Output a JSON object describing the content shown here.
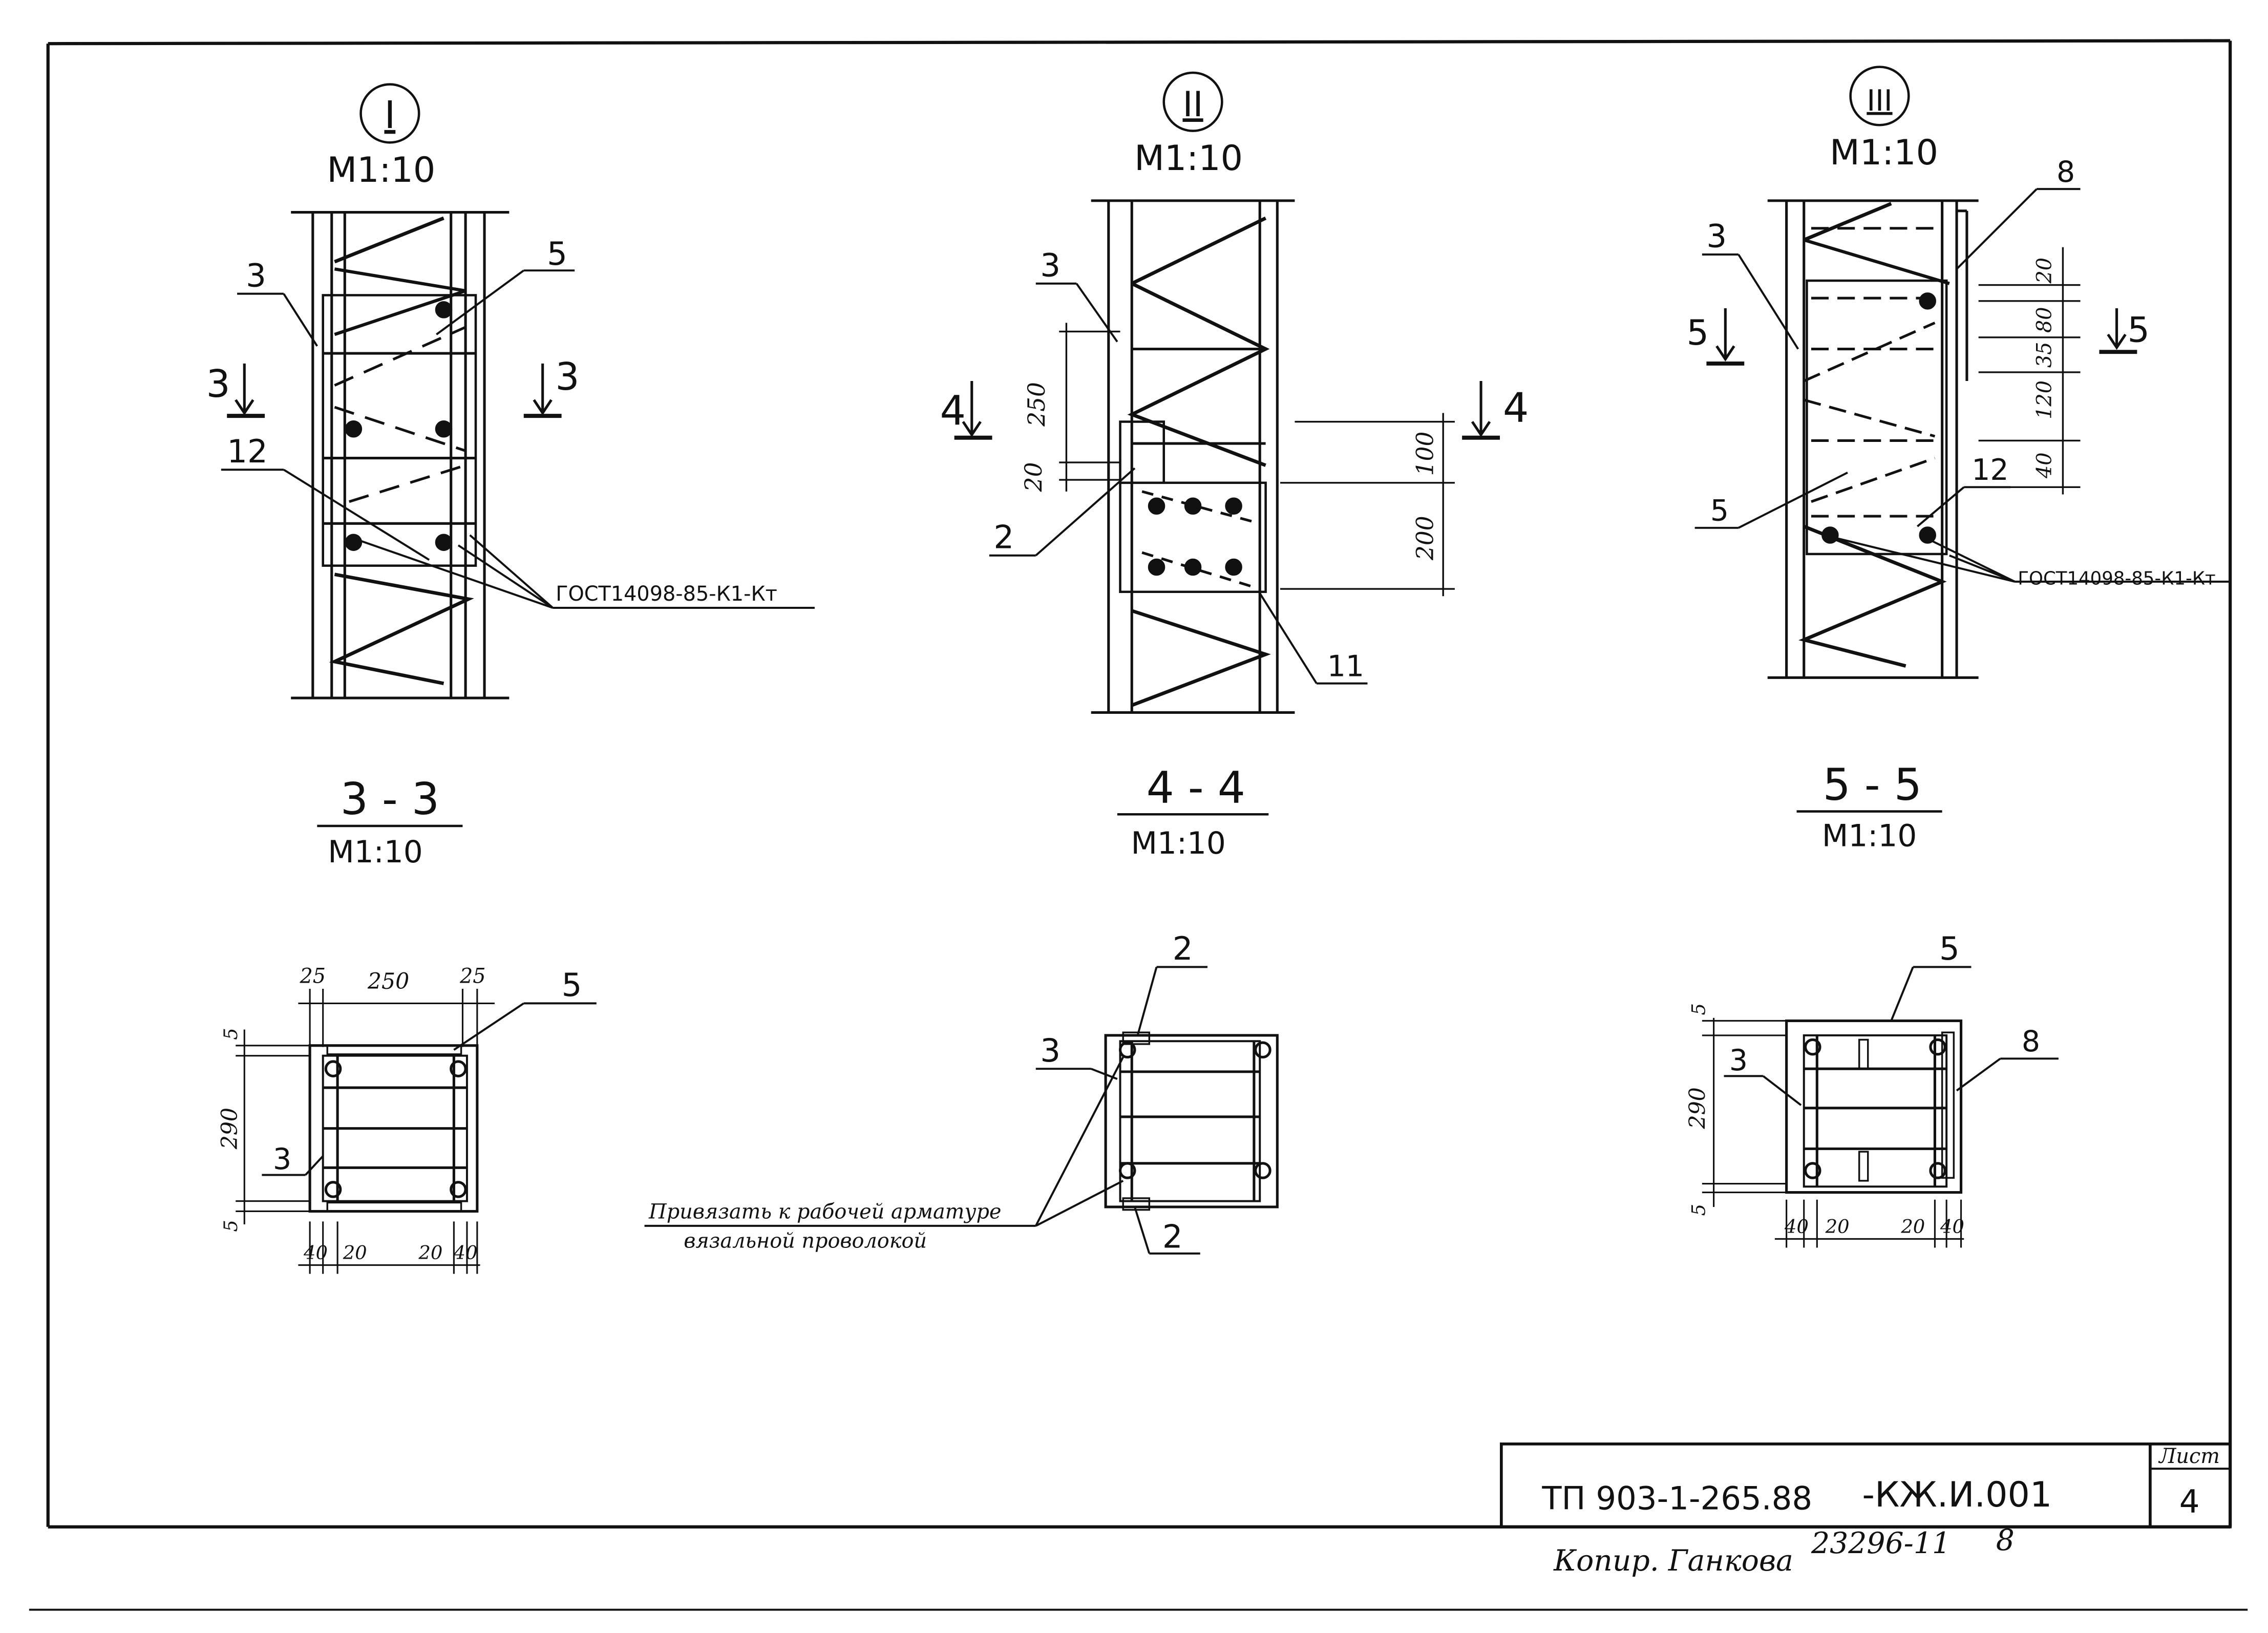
{
  "views": {
    "v1": {
      "num": "I",
      "scale": "М1:10"
    },
    "v2": {
      "num": "II",
      "scale": "М1:10"
    },
    "v3": {
      "num": "III",
      "scale": "М1:10"
    }
  },
  "sections": {
    "s33": {
      "title": "3 - 3",
      "scale": "М1:10"
    },
    "s44": {
      "title": "4 - 4",
      "scale": "М1:10"
    },
    "s55": {
      "title": "5 - 5",
      "scale": "М1:10"
    }
  },
  "callouts": {
    "v1": {
      "c3": "3",
      "c5": "5",
      "c12": "12",
      "cut_l": "3",
      "cut_r": "3"
    },
    "v2": {
      "c3": "3",
      "c2": "2",
      "c11": "11",
      "cut_l": "4",
      "cut_r": "4"
    },
    "v3": {
      "c3": "3",
      "c8": "8",
      "c5": "5",
      "c12": "12",
      "cut_l": "5",
      "cut_r": "5"
    },
    "s33": {
      "c5": "5",
      "c3": "3"
    },
    "s44": {
      "c2a": "2",
      "c3": "3",
      "c2b": "2"
    },
    "s55": {
      "c5": "5",
      "c3": "3",
      "c8": "8"
    }
  },
  "notes": {
    "gost": "ГОСТ14098-85-К1-Кт",
    "tie_line1": "Привязать к рабочей арматуре",
    "tie_line2": "вязальной проволокой"
  },
  "dims": {
    "v2": {
      "d250": "250",
      "d20": "20",
      "d100": "100",
      "d200": "200"
    },
    "v3": {
      "d20": "20",
      "d80": "80",
      "d35": "35",
      "d120": "120",
      "d40": "40"
    },
    "s33": {
      "d25a": "25",
      "d250": "250",
      "d25b": "25",
      "d5a": "5",
      "d290": "290",
      "d5b": "5",
      "b40a": "40",
      "b20a": "20",
      "b20b": "20",
      "b40b": "40"
    },
    "s55": {
      "d5a": "5",
      "d290": "290",
      "d5b": "5",
      "b40a": "40",
      "b20a": "20",
      "b20b": "20",
      "b40b": "40"
    }
  },
  "title_block": {
    "code": "ТП 903-1-265.88",
    "mark": "-КЖ.И.001",
    "sheet_label": "Лист",
    "sheet_no": "4"
  },
  "footer": {
    "copy": "Копир. Ганкова",
    "order": "23296-11",
    "format": "8"
  }
}
